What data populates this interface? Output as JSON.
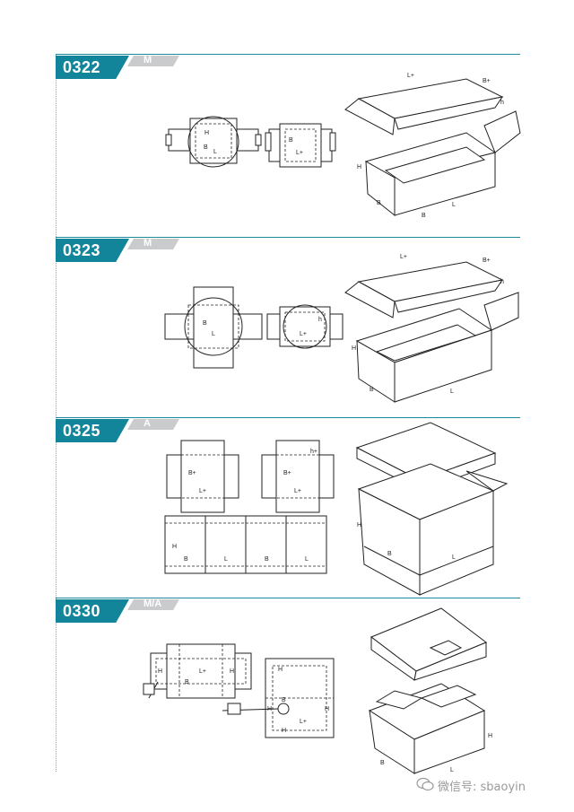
{
  "sections": [
    {
      "code": "0322",
      "type": "M",
      "box_labels": [
        "L+",
        "B+",
        "h",
        "H",
        "B",
        "B",
        "L"
      ],
      "net_labels": [
        "H",
        "B",
        "L",
        "B",
        "L+"
      ]
    },
    {
      "code": "0323",
      "type": "M",
      "box_labels": [
        "L+",
        "B+",
        "h",
        "H",
        "B",
        "L"
      ],
      "net_labels": [
        "B",
        "L",
        "h",
        "L+"
      ]
    },
    {
      "code": "0325",
      "type": "A",
      "box_labels": [
        "H",
        "B",
        "L"
      ],
      "net_labels": [
        "B+",
        "L+",
        "B+",
        "L+",
        "h+",
        "H",
        "B",
        "L",
        "B",
        "L"
      ]
    },
    {
      "code": "0330",
      "type": "M/A",
      "box_labels": [
        "H",
        "B",
        "L"
      ],
      "net_labels": [
        "H",
        "L+",
        "B",
        "H",
        "H",
        "B",
        "H",
        "H",
        "H",
        "L+"
      ]
    }
  ],
  "watermark": {
    "text": "微信号: sbaoyin",
    "icon": "wechat-icon"
  },
  "colors": {
    "accent": "#12859a",
    "tag_grey": "#c9cbcc",
    "rule": "#1d8a9c"
  }
}
